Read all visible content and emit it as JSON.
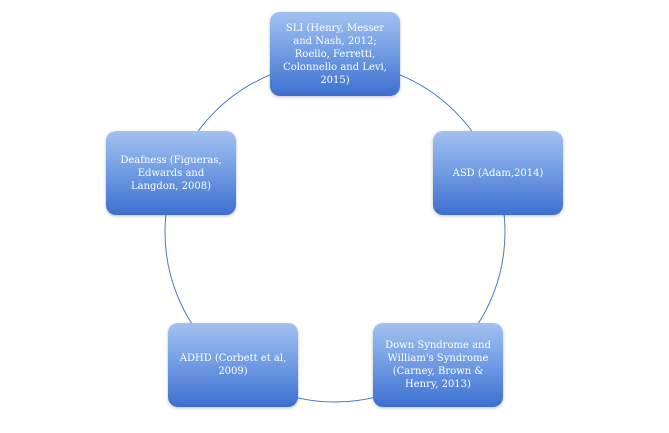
{
  "nodes": [
    {
      "label": "SLI (Henry, Messer and Nash, 2012; Roello, Ferretti, Colonnello and Levi, 2015)"
    },
    {
      "label": "ASD (Adam,2014)"
    },
    {
      "label": "Down Syndrome and William's Syndrome (Carney, Brown & Henry, 2013)"
    },
    {
      "label": "ADHD (Corbett et al, 2009)"
    },
    {
      "label": "Deafness (Figueras, Edwards and Langdon, 2008)"
    }
  ],
  "colors": {
    "ring": "#4a78c8",
    "node_top": "#a3c1f0",
    "node_bottom": "#3c6fd0"
  }
}
